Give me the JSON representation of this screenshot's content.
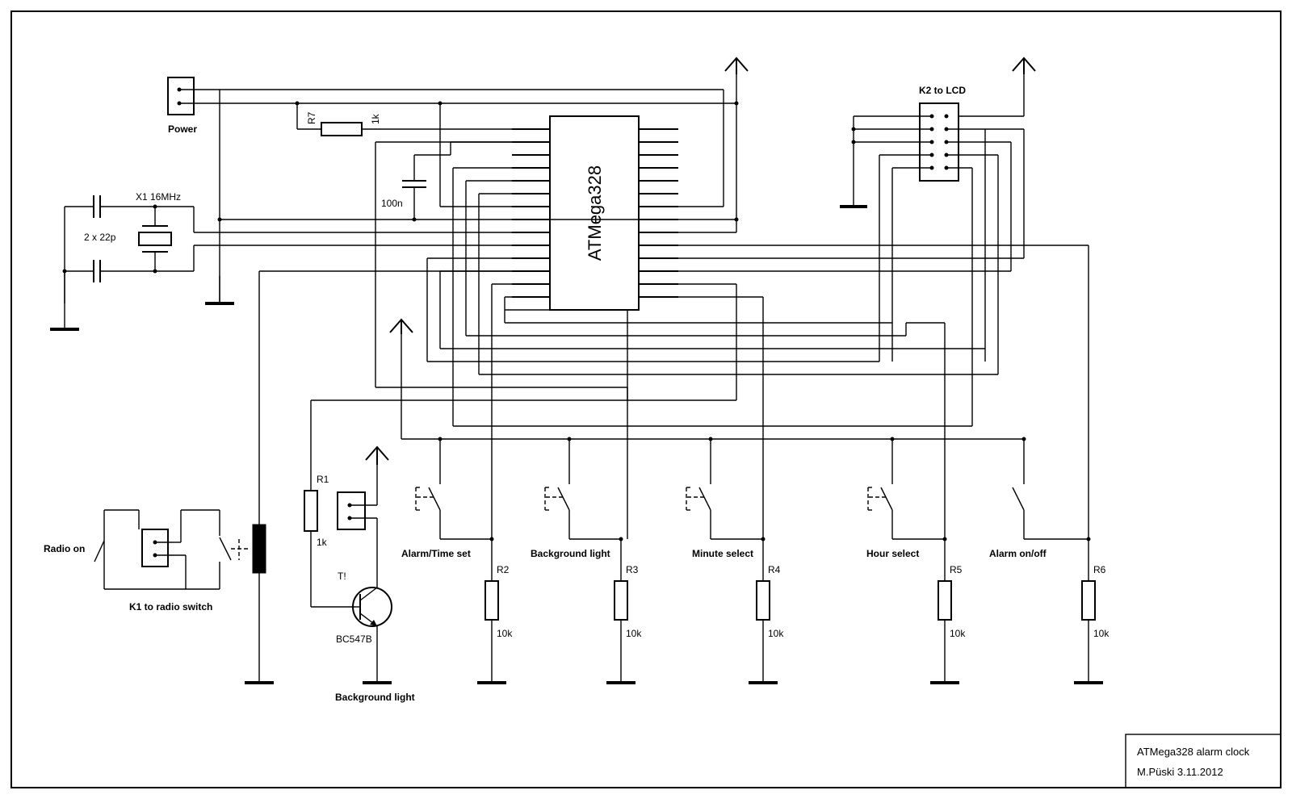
{
  "title_block": {
    "title": "ATMega328 alarm clock",
    "author_date": "M.Püski 3.11.2012"
  },
  "components": {
    "mcu": "ATMega328",
    "power": "Power",
    "r7": "R7",
    "r7_value": "1k",
    "cap_100n": "100n",
    "crystal": "X1 16MHz",
    "caps_22p": "2 x 22p",
    "k2": "K2 to LCD",
    "k1_label": "K1 to radio switch",
    "radio_on": "Radio on",
    "r1": "R1",
    "r1_value": "1k",
    "transistor_ref": "T!",
    "transistor_type": "BC547B",
    "bg_light_out": "Background light"
  },
  "switches": [
    {
      "label": "Alarm/Time set",
      "resistor": "R2",
      "value": "10k"
    },
    {
      "label": "Background light",
      "resistor": "R3",
      "value": "10k"
    },
    {
      "label": "Minute select",
      "resistor": "R4",
      "value": "10k"
    },
    {
      "label": "Hour select",
      "resistor": "R5",
      "value": "10k"
    },
    {
      "label": "Alarm on/off",
      "resistor": "R6",
      "value": "10k"
    }
  ]
}
